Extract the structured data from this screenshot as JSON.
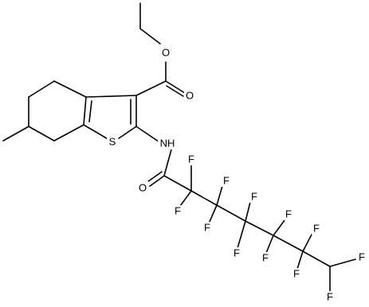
{
  "molecule": {
    "atoms": {
      "o_ester_single": "O",
      "o_ester_carbonyl": "O",
      "s_thiophene": "S",
      "nh": "NH",
      "o_amide": "O",
      "f": "F"
    },
    "colors": {
      "bond": "#000000",
      "text": "#000000",
      "background": "#ffffff"
    }
  }
}
